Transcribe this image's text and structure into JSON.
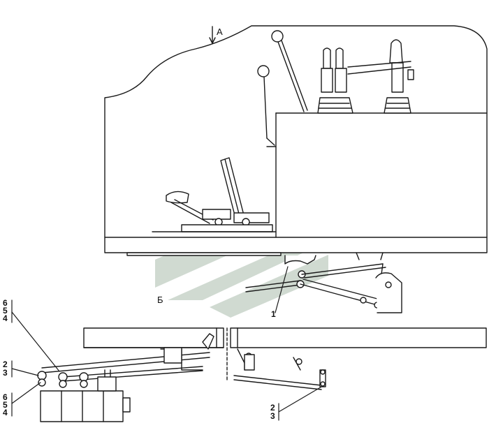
{
  "view_labels": {
    "arrow_a": "А",
    "view_b": "Б"
  },
  "callouts": {
    "c1": "1",
    "stack_upper_left": [
      "6",
      "5",
      "4"
    ],
    "pair_left": [
      "2",
      "3"
    ],
    "stack_lower_left": [
      "6",
      "5",
      "4"
    ],
    "pair_bottom_right": [
      "2",
      "3"
    ]
  },
  "colors": {
    "line": "#1a1a1a",
    "watermark": "#c6d3c8",
    "paper": "#ffffff"
  },
  "watermark_icon": "company-logo-watermark"
}
